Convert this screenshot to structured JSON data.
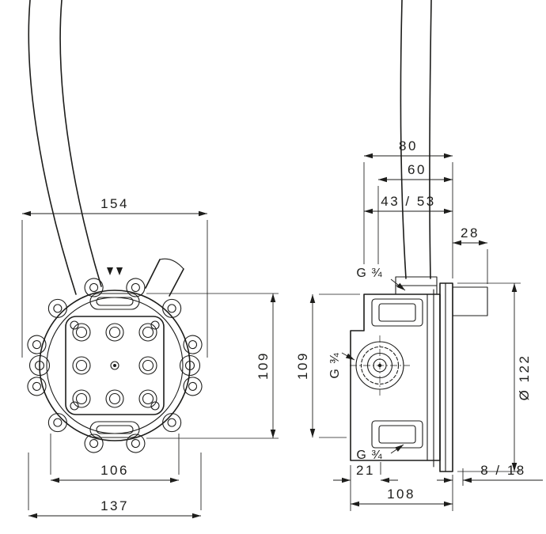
{
  "drawing": {
    "front_view": {
      "dim_width": "154",
      "dim_height": "109",
      "dim_hole_spacing": "106",
      "dim_flange_width": "137"
    },
    "side_view": {
      "dim_depth_total": "80",
      "dim_depth_mid": "60",
      "dim_install_depth_range": "43 / 53",
      "dim_cap_depth": "28",
      "dim_height": "109",
      "dim_flange_diameter": "Ø 122",
      "dim_rear_offset": "21",
      "dim_wall_distance_range": "8 / 18",
      "dim_body_depth": "108",
      "thread_label_top": "G ¾",
      "thread_label_side": "G ¾",
      "thread_label_bottom": "G ¾"
    },
    "colors": {
      "line": "#1d1d1b",
      "background": "#ffffff"
    }
  }
}
